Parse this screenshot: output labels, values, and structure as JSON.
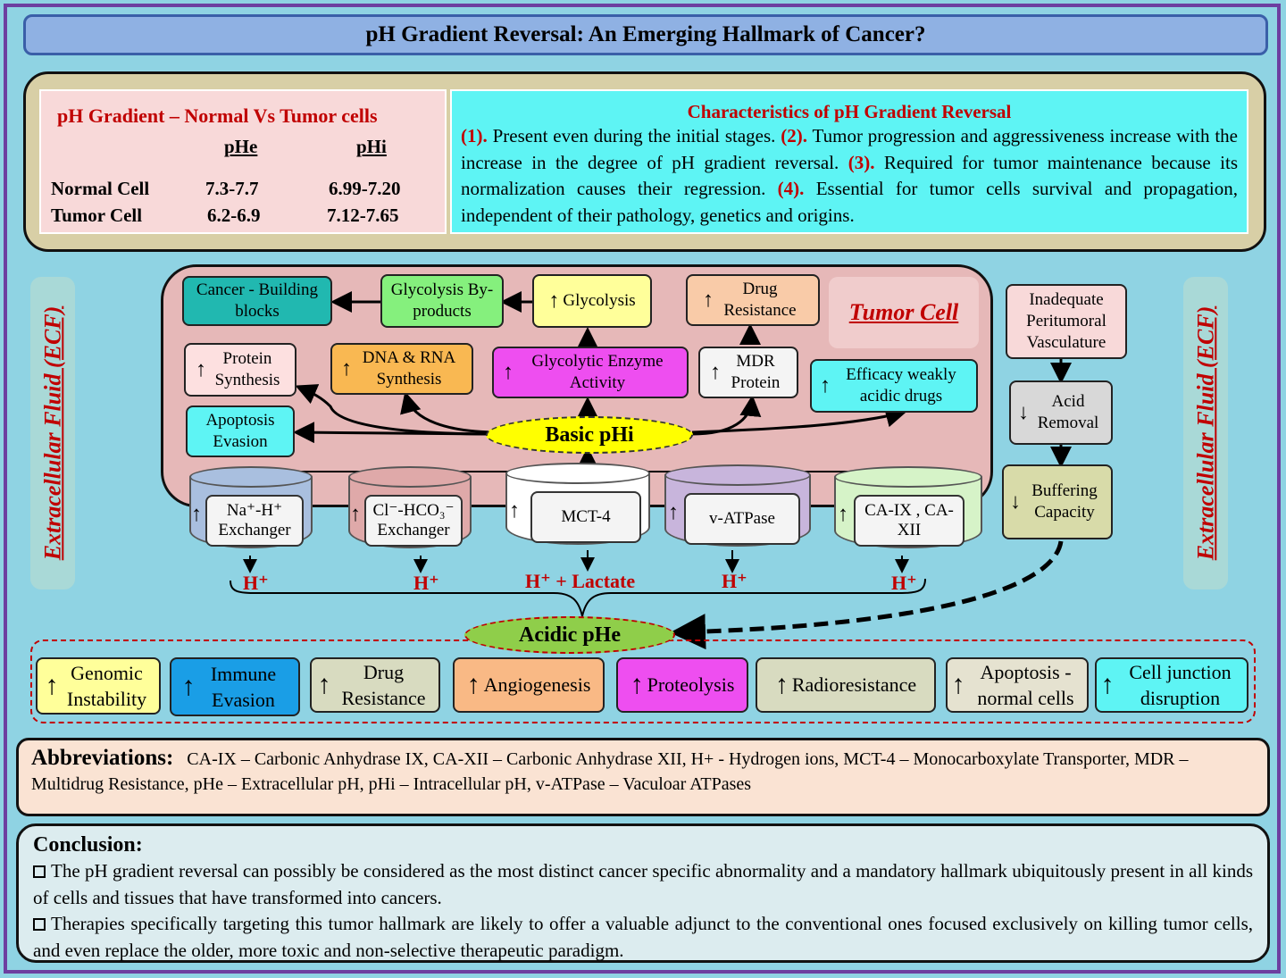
{
  "title": "pH  Gradient Reversal: An Emerging Hallmark of Cancer?",
  "gradient": {
    "title": "pH  Gradient – Normal  Vs Tumor cells",
    "col1": "pHe",
    "col2": "pHi",
    "rows": [
      {
        "label": "Normal Cell",
        "phe": "7.3-7.7",
        "phi": "6.99-7.20"
      },
      {
        "label": "Tumor Cell",
        "phe": "6.2-6.9",
        "phi": "7.12-7.65"
      }
    ]
  },
  "characteristics": {
    "title": "Characteristics of pH Gradient Reversal",
    "items": [
      {
        "num": "(1).",
        "text": " Present even during the initial stages. "
      },
      {
        "num": "(2).",
        "text": " Tumor progression and aggressiveness increase with the increase in the degree of pH gradient reversal. "
      },
      {
        "num": "(3).",
        "text": " Required for tumor maintenance because its normalization causes their regression. "
      },
      {
        "num": "(4).",
        "text": " Essential for tumor cells survival and propagation, independent of their pathology,  genetics  and origins."
      }
    ]
  },
  "ecf_label": "Extracellular Fluid (ECF)",
  "tumor_cell_label": "Tumor Cell",
  "cell_boxes": {
    "cancer_bb": "Cancer - Building blocks",
    "glyco_byp": "Glycolysis By-products",
    "glycolysis": "Glycolysis",
    "drug_res": "Drug Resistance",
    "protein": "Protein Synthesis",
    "dna": "DNA & RNA Synthesis",
    "enzyme": "Glycolytic Enzyme Activity",
    "mdr": "MDR Protein",
    "efficacy": "Efficacy weakly acidic drugs",
    "apoptosis": "Apoptosis Evasion",
    "basic_phi": "Basic pHi"
  },
  "vasc": {
    "inadequate": "Inadequate Peritumoral Vasculature",
    "acid": "Acid Removal",
    "buffer": "Buffering Capacity"
  },
  "transporters": {
    "nhe": "Na⁺-H⁺ Exchanger",
    "clhco": "Cl⁻-HCO₃⁻ Exchanger",
    "mct": "MCT-4",
    "vatp": "v-ATPase",
    "ca": "CA-IX , CA-XII"
  },
  "hplus": "H⁺",
  "lactate": "H⁺  +  Lactate",
  "acidic_phe": "Acidic pHe",
  "effects": {
    "genomic": "Genomic Instability",
    "immune": "Immune Evasion",
    "drug": "Drug Resistance",
    "angio": "Angiogenesis",
    "proteo": "Proteolysis",
    "radio": "Radioresistance",
    "apop": "Apoptosis - normal cells",
    "junction": "Cell junction disruption"
  },
  "abbreviations": {
    "heading": "Abbreviations:",
    "text": "CA-IX – Carbonic  Anhydrase IX, CA-XII – Carbonic Anhydrase XII, H+ - Hydrogen ions,  MCT-4 – Monocarboxylate Transporter, MDR – Multidrug Resistance, pHe – Extracellular pH, pHi – Intracellular pH, v-ATPase – Vaculoar ATPases"
  },
  "conclusion": {
    "heading": "Conclusion:",
    "p1": "The pH gradient reversal can possibly be considered as the most distinct cancer specific abnormality and a mandatory hallmark ubiquitously present in all kinds of cells and tissues that have transformed into cancers.",
    "p2": "Therapies specifically targeting this tumor hallmark are likely to offer a valuable adjunct to the conventional ones focused exclusively on killing tumor cells, and even replace the older, more toxic and non-selective therapeutic paradigm."
  },
  "colors": {
    "background": "#8fd3e3",
    "accent_red": "#c00000",
    "cell": "#e6b8b8",
    "frame": "#6d3fa0"
  }
}
